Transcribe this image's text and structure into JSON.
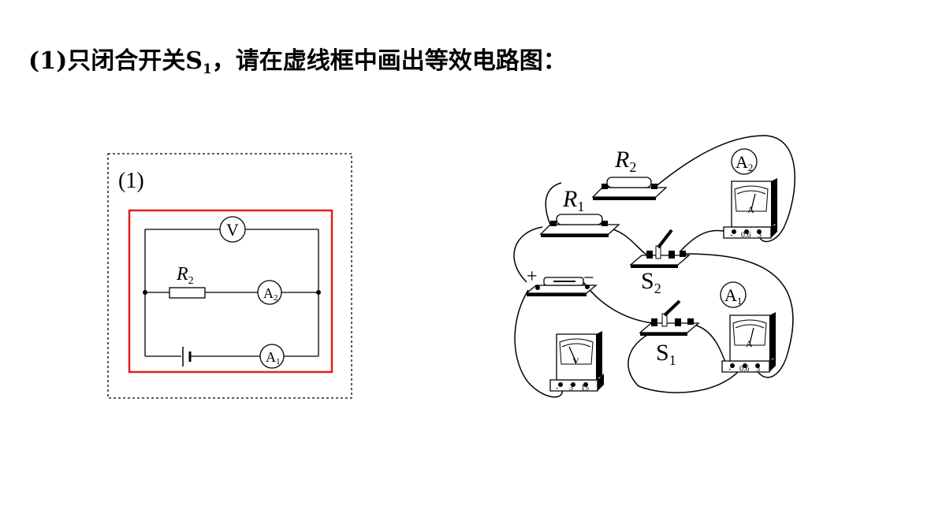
{
  "question": {
    "prefix": "(1)只闭合开关S",
    "subscript": "1",
    "suffix": "，请在虚线框中画出等效电路图："
  },
  "answer_box": {
    "label": "(1)",
    "voltmeter": "V",
    "resistor": {
      "letter": "R",
      "sub": "2"
    },
    "ammeter_2": {
      "letter": "A",
      "sub": "2"
    },
    "ammeter_1": {
      "letter": "A",
      "sub": "1"
    }
  },
  "apparatus": {
    "r1": {
      "letter": "R",
      "sub": "1"
    },
    "r2": {
      "letter": "R",
      "sub": "2"
    },
    "s1": {
      "letter": "S",
      "sub": "1"
    },
    "s2": {
      "letter": "S",
      "sub": "2"
    },
    "a1": {
      "letter": "A",
      "sub": "1"
    },
    "a2": {
      "letter": "A",
      "sub": "2"
    },
    "battery_plus": "+",
    "battery_minus": "−",
    "ammeter_needle_letter": "A",
    "voltmeter_needle_letter": "V",
    "ammeter_terminals": [
      "-",
      "0.6",
      "3"
    ],
    "voltmeter_terminals": [
      "-",
      "3",
      "15"
    ]
  },
  "colors": {
    "highlight": "#e02020",
    "ink": "#000000"
  }
}
